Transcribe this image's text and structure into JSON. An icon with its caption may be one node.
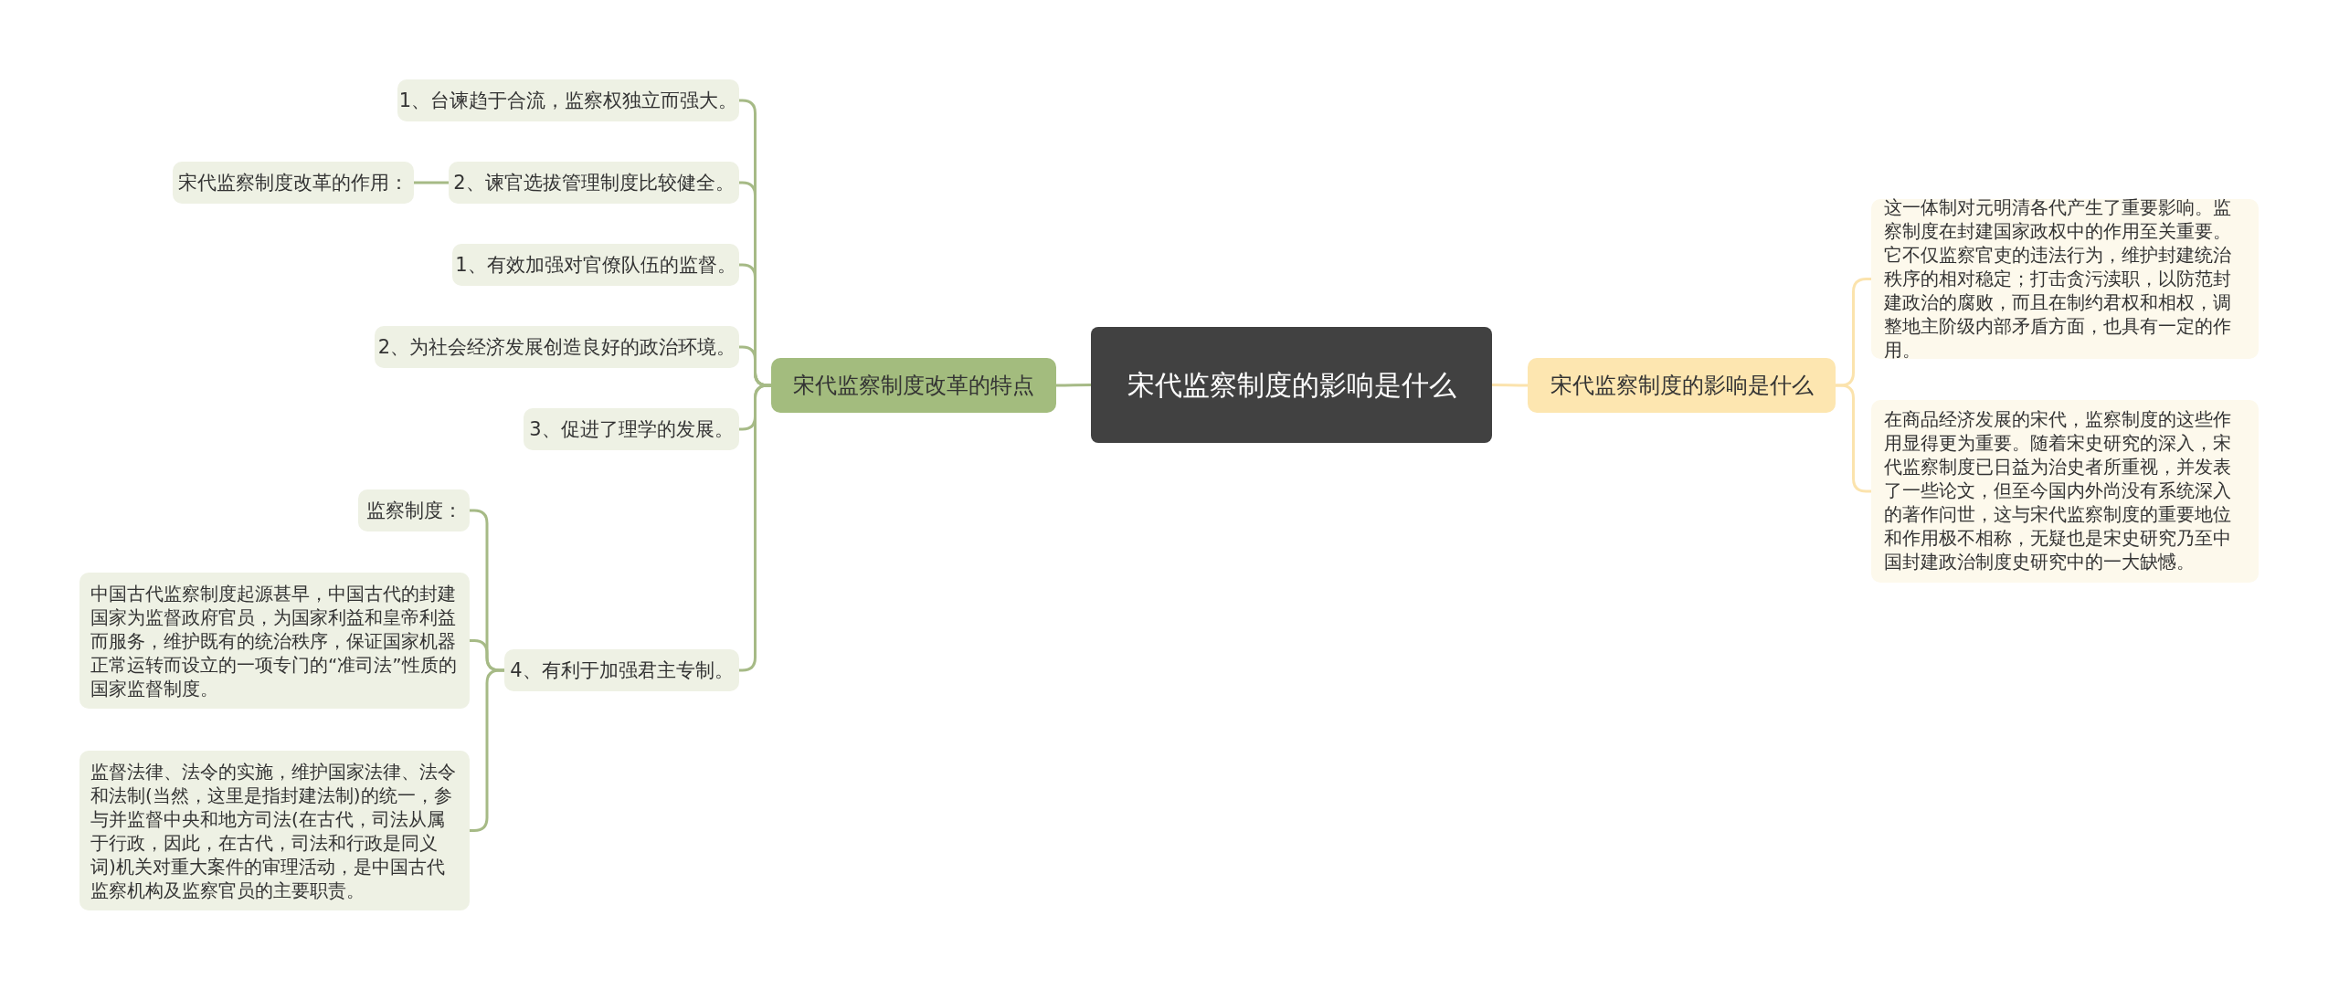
{
  "diagram": {
    "nodes": [
      {
        "text": [
          "宋代监察制度的影响是什么"
        ]
      },
      {
        "text": [
          "宋代监察制度改革的特点"
        ]
      },
      {
        "text": [
          "宋代监察制度的影响是什么"
        ]
      },
      {
        "text": [
          "1、台谏趋于合流，监察权独立而强大。"
        ]
      },
      {
        "text": [
          "2、谏官选拔管理制度比较健全。"
        ]
      },
      {
        "text": [
          "宋代监察制度改革的作用："
        ]
      },
      {
        "text": [
          "1、有效加强对官僚队伍的监督。"
        ]
      },
      {
        "text": [
          "2、为社会经济发展创造良好的政治环境。"
        ]
      },
      {
        "text": [
          "3、促进了理学的发展。"
        ]
      },
      {
        "text": [
          "4、有利于加强君主专制。"
        ]
      },
      {
        "text": [
          "监察制度："
        ]
      },
      {
        "text": [
          "中国古代监察制度起源甚早，中国古代的封建国家为监督政府官员，为国家利益和皇帝利益而服务，维护既有的统治秩序，保证国家机器正常运转而设立的一项专门的“准司法”性质的国家监督制度。"
        ]
      },
      {
        "text": [
          "监督法律、法令的实施，维护国家法律、法令和法制(当然，这里是指封建法制)的统一，参与并监督中央和地方司法(在古代，司法从属于行政，因此，在古代，司法和行政是同义词)机关对重大案件的审理活动，是中国古代监察机构及监察官员的主要职责。"
        ]
      },
      {
        "text": [
          "这一体制对元明清各代产生了重要影响。监察制度在封建国家政权中的作用至关重要。它不仅监察官吏的违法行为，维护封建统治秩序的相对稳定；打击贪污渎职，以防范封建政治的腐败，而且在制约君权和相权，调整地主阶级内部矛盾方面，也具有一定的作用。"
        ]
      },
      {
        "text": [
          "在商品经济发展的宋代，监察制度的这些作用显得更为重要。随着宋史研究的深入，宋代监察制度已日益为治史者所重视，并发表了一些论文，但至今国内外尚没有系统深入的著作问世，这与宋代监察制度的重要地位和作用极不相称，无疑也是宋史研究乃至中国封建政治制度史研究中的一大缺憾。"
        ]
      }
    ],
    "edges": [
      {
        "from": 0,
        "to": 1,
        "arrow": "none",
        "color": "#a6ba86"
      },
      {
        "from": 0,
        "to": 2,
        "arrow": "none",
        "color": "#fbe3ad"
      },
      {
        "from": 1,
        "to": 3,
        "arrow": "none"
      },
      {
        "from": 1,
        "to": 4,
        "arrow": "none"
      },
      {
        "from": 1,
        "to": 6,
        "arrow": "none"
      },
      {
        "from": 1,
        "to": 7,
        "arrow": "none"
      },
      {
        "from": 1,
        "to": 8,
        "arrow": "none"
      },
      {
        "from": 1,
        "to": 9,
        "arrow": "none"
      },
      {
        "from": 4,
        "to": 5,
        "arrow": "none"
      },
      {
        "from": 9,
        "to": 10,
        "arrow": "none"
      },
      {
        "from": 9,
        "to": 11,
        "arrow": "none"
      },
      {
        "from": 9,
        "to": 12,
        "arrow": "none"
      },
      {
        "from": 2,
        "to": 13,
        "arrow": "none",
        "color": "#fbe3ad"
      },
      {
        "from": 2,
        "to": 14,
        "arrow": "none",
        "color": "#fbe3ad"
      }
    ]
  }
}
